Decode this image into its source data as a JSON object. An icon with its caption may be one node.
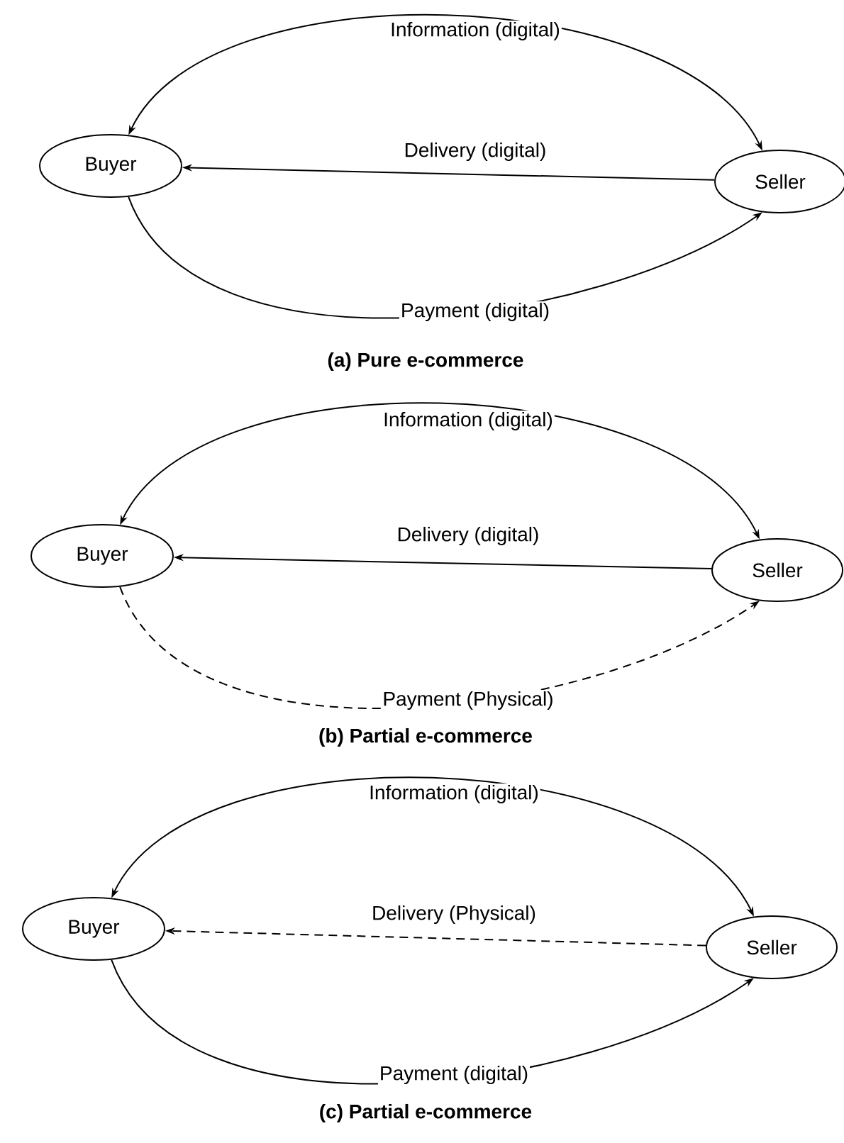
{
  "diagram": {
    "nodes": [
      {
        "text": [
          "Buyer"
        ]
      },
      {
        "text": [
          "Seller"
        ]
      },
      {
        "text": [
          "Buyer"
        ]
      },
      {
        "text": [
          "Seller"
        ]
      },
      {
        "text": [
          "Buyer"
        ]
      },
      {
        "text": [
          "Seller"
        ]
      }
    ],
    "edges": [
      {
        "from": 0,
        "to": 1,
        "arrow": "both",
        "label": "Information (digital)"
      },
      {
        "from": 1,
        "to": 0,
        "arrow": "to",
        "label": "Delivery (digital)"
      },
      {
        "from": 0,
        "to": 1,
        "arrow": "to",
        "label": "Payment (digital)"
      },
      {
        "from": 2,
        "to": 3,
        "arrow": "both",
        "label": "Information (digital)"
      },
      {
        "from": 3,
        "to": 2,
        "arrow": "to",
        "label": "Delivery (digital)"
      },
      {
        "from": 2,
        "to": 3,
        "arrow": "to",
        "label": "Payment (Physical)",
        "style": "dashed"
      },
      {
        "from": 4,
        "to": 5,
        "arrow": "both",
        "label": "Information (digital)"
      },
      {
        "from": 5,
        "to": 4,
        "arrow": "to",
        "label": "Delivery (Physical)",
        "style": "dashed"
      },
      {
        "from": 4,
        "to": 5,
        "arrow": "to",
        "label": "Payment (digital)"
      }
    ],
    "labels": [
      "(a) Pure e-commerce",
      "(b) Partial e-commerce",
      "(c) Partial e-commerce"
    ]
  }
}
